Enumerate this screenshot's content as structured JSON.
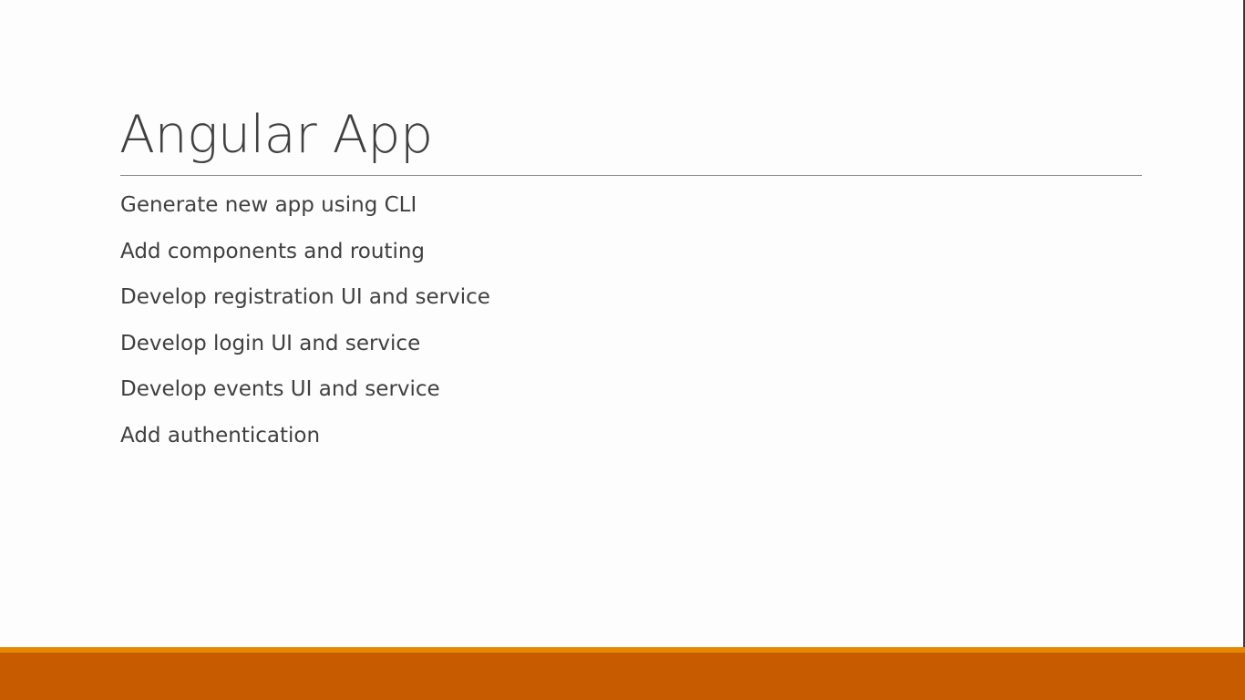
{
  "slide": {
    "title": "Angular App",
    "bullets": [
      "Generate new app using CLI",
      "Add components and routing",
      "Develop registration UI and service",
      "Develop login UI and service",
      "Develop events UI and service",
      "Add authentication"
    ]
  },
  "colors": {
    "background": "#fdfdfe",
    "text": "#404040",
    "footer_bar": "#c75b00",
    "footer_accent": "#e58800"
  }
}
